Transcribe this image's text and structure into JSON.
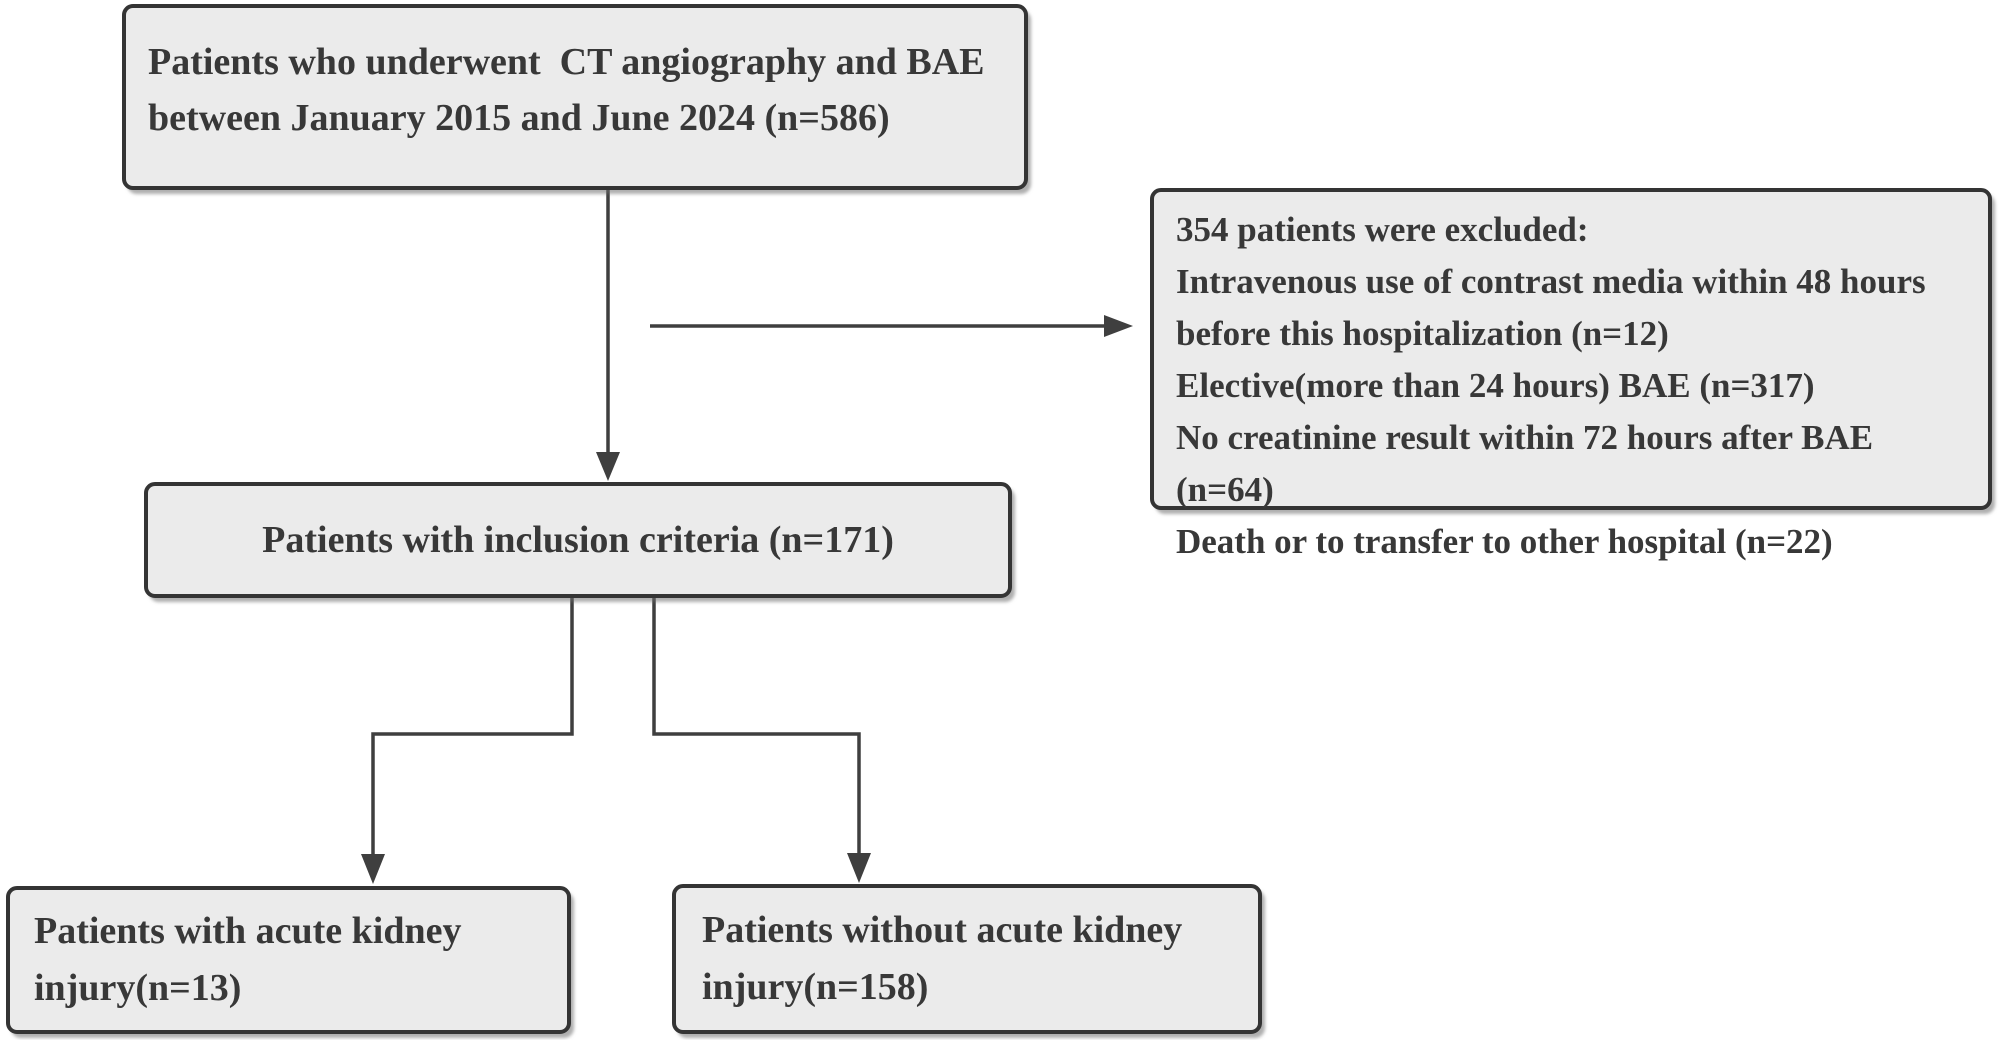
{
  "page": {
    "background_color": "#ffffff",
    "box_fill_color": "#ebebeb",
    "box_border_color": "#343434",
    "line_color": "#3f3f3f",
    "text_color": "#383838"
  },
  "boxes": {
    "cohort": {
      "lines": [
        "Patients who underwent  CT angiography and BAE",
        "between January 2015 and June 2024 (n=586)"
      ]
    },
    "excluded": {
      "lines": [
        "354 patients were excluded:",
        "Intravenous use of contrast media within 48 hours",
        "before this hospitalization (n=12)",
        "Elective(more than 24 hours) BAE (n=317)",
        "No creatinine result within 72 hours after BAE (n=64)",
        "Death or to transfer to other hospital (n=22)"
      ]
    },
    "inclusion": {
      "text": "Patients with inclusion criteria (n=171)"
    },
    "aki": {
      "lines": [
        "Patients with acute kidney",
        "injury(n=13)"
      ]
    },
    "no_aki": {
      "lines": [
        "Patients without acute kidney",
        "injury(n=158)"
      ]
    }
  }
}
